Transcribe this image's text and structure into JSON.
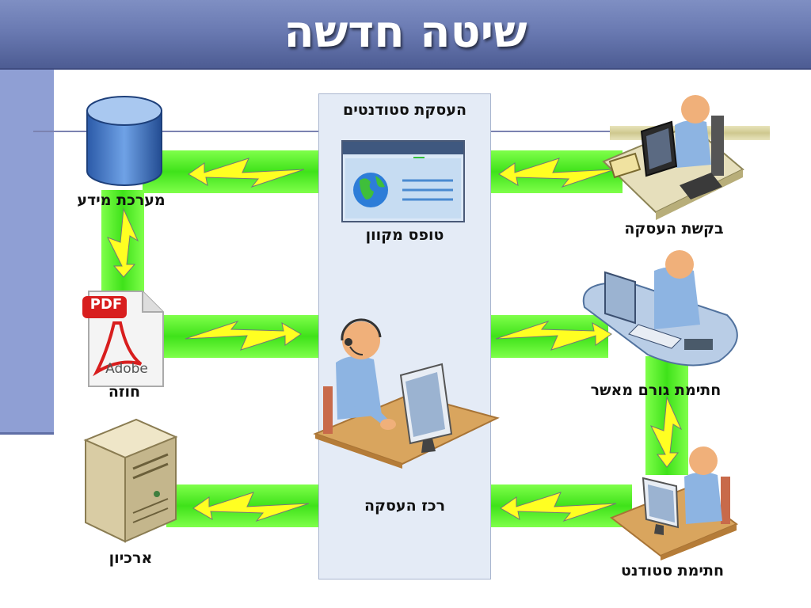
{
  "slide": {
    "title": "שיטה חדשה"
  },
  "center": {
    "header": "העסקת סטודנטים",
    "form_label": "טופס מקוון",
    "center_label": "רכז העסקה"
  },
  "left": {
    "info_system": "מערכת מידע",
    "contract": "חוזה",
    "archive": "ארכיון",
    "pdf_badge": "PDF",
    "adobe_text": "Adobe"
  },
  "right": {
    "request": "בקשת העסקה",
    "approver_sign": "חתימת גורם מאשר",
    "student_sign": "חתימת סטודנט"
  },
  "colors": {
    "title_bar": "#6a7ab2",
    "flow_green": "#3fe21a",
    "bolt_yellow": "#ffff22",
    "panel_bg": "#e4ebf6"
  }
}
